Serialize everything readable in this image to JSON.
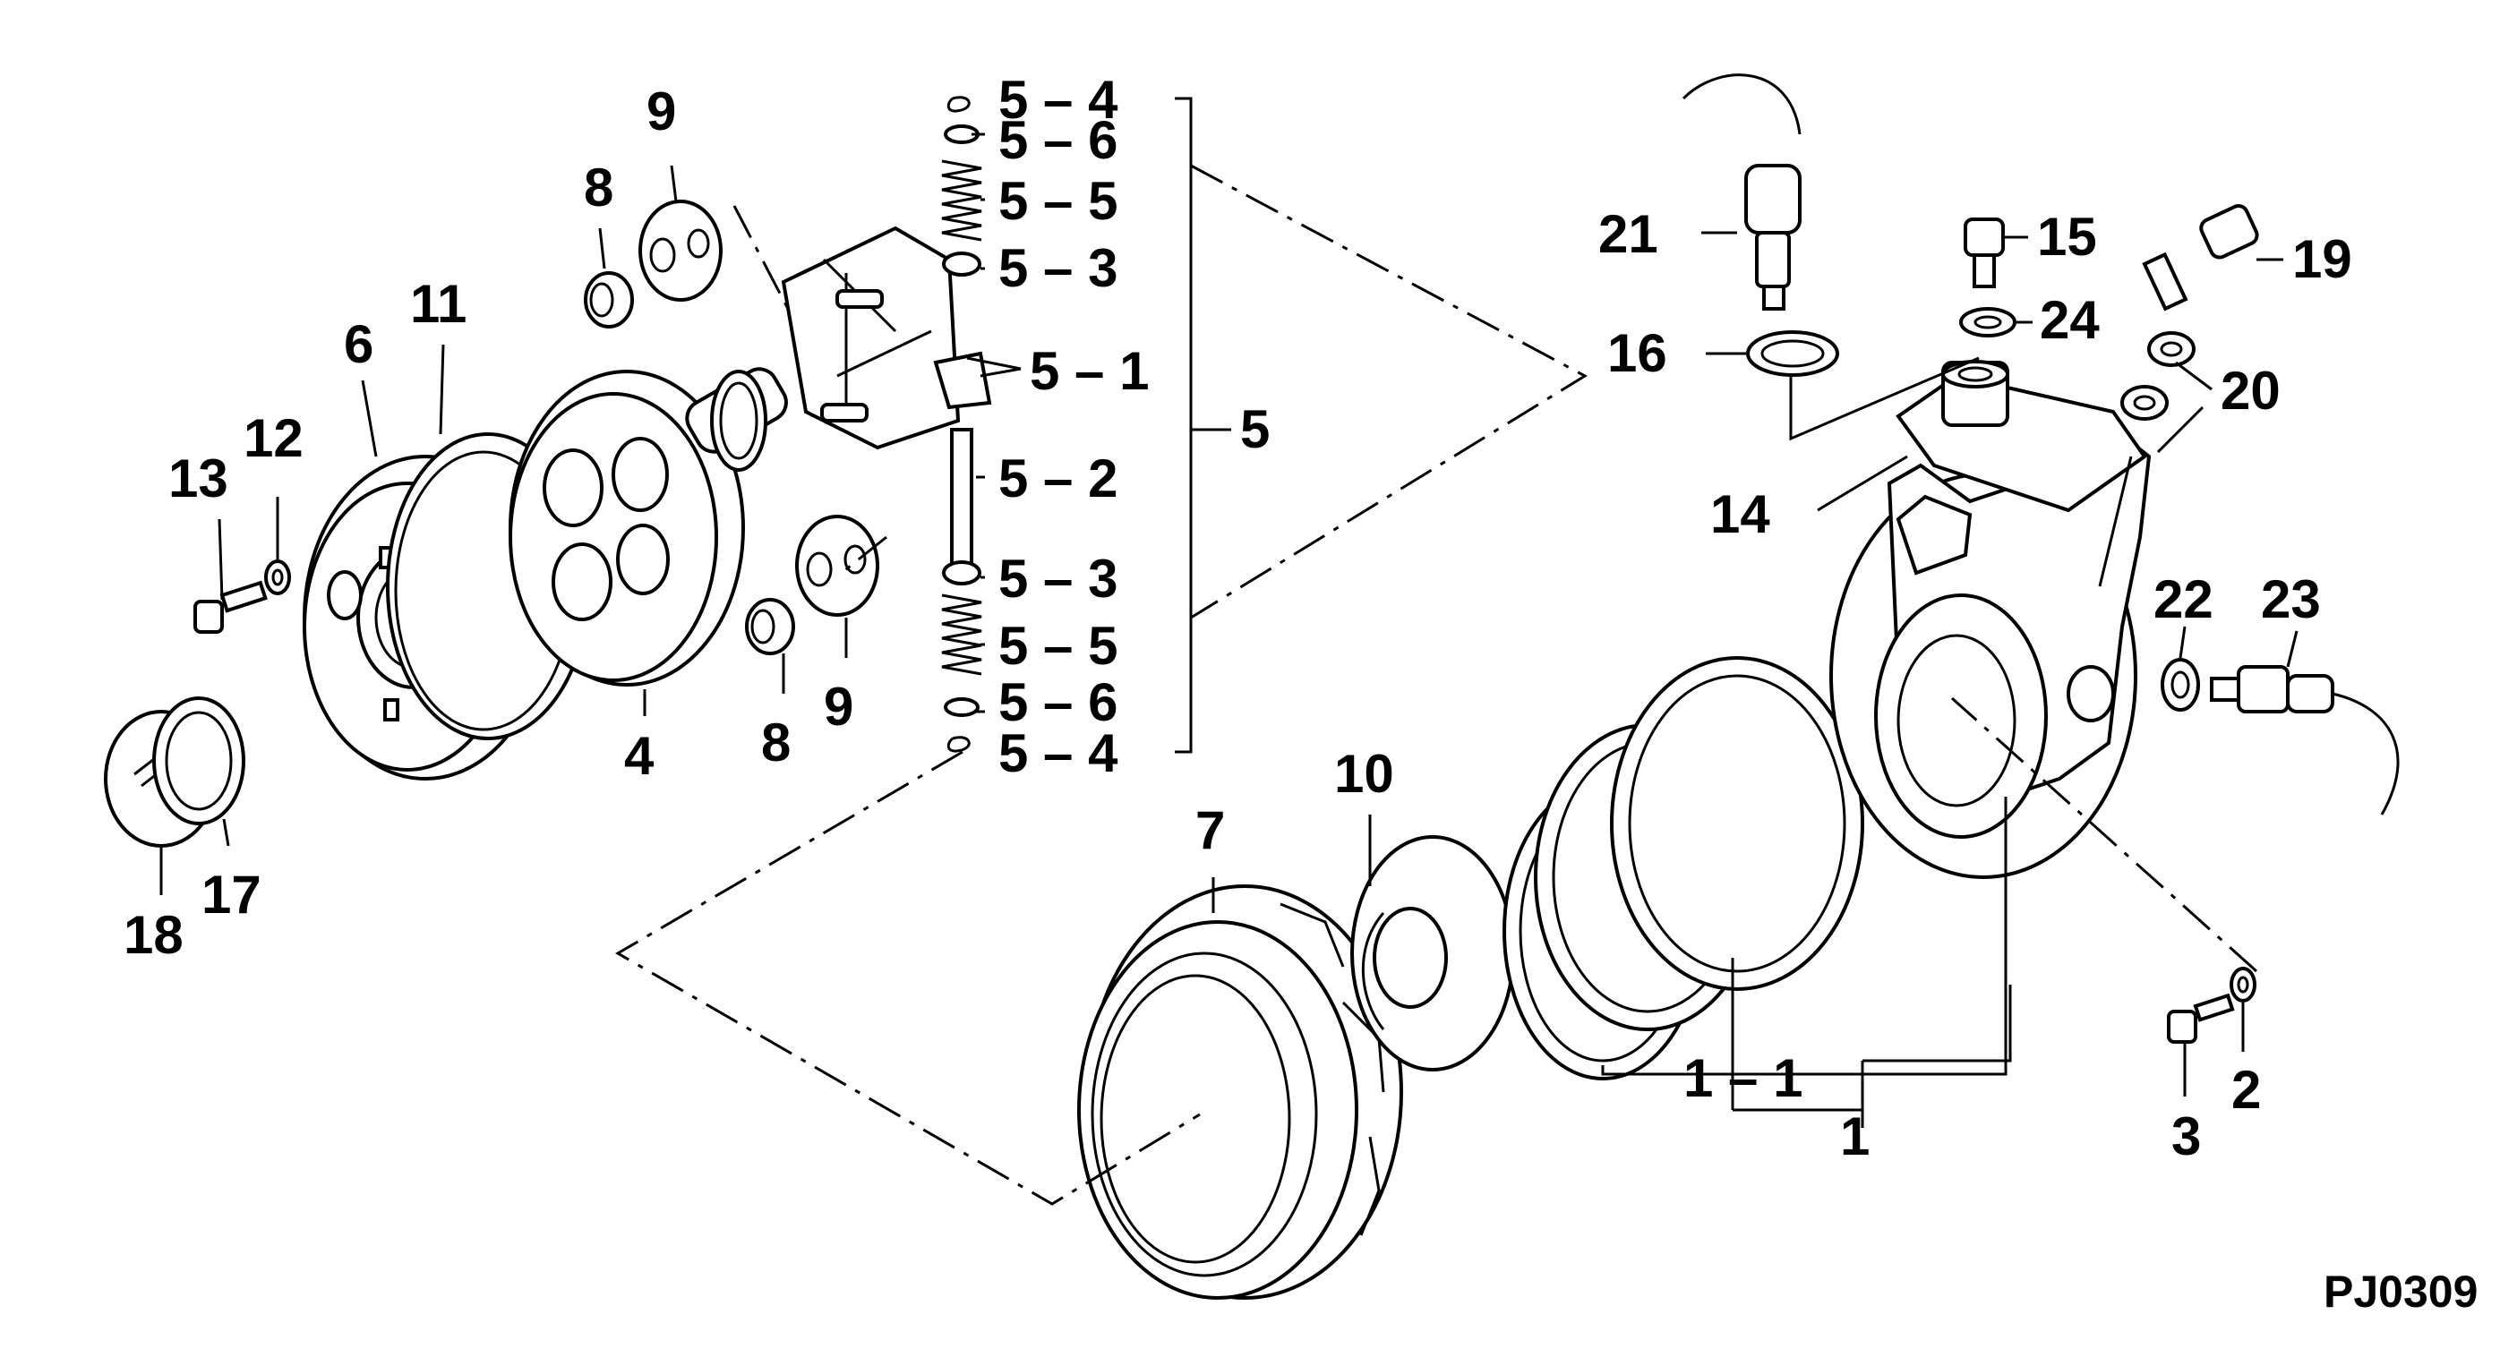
{
  "diagram_code": "PJ0309",
  "labels": {
    "p1": "1",
    "p1_1": "1 – 1",
    "p2": "2",
    "p3": "3",
    "p4": "4",
    "p5": "5",
    "p5_1": "5 – 1",
    "p5_2": "5 – 2",
    "p5_3a": "5 – 3",
    "p5_3b": "5 – 3",
    "p5_4a": "5 – 4",
    "p5_4b": "5 – 4",
    "p5_5a": "5 – 5",
    "p5_5b": "5 – 5",
    "p5_6a": "5 – 6",
    "p5_6b": "5 – 6",
    "p6": "6",
    "p7": "7",
    "p8a": "8",
    "p8b": "8",
    "p9a": "9",
    "p9b": "9",
    "p10": "10",
    "p11": "11",
    "p12": "12",
    "p13": "13",
    "p14": "14",
    "p15": "15",
    "p16": "16",
    "p17": "17",
    "p18": "18",
    "p19": "19",
    "p20": "20",
    "p21": "21",
    "p22": "22",
    "p23": "23",
    "p24": "24"
  }
}
